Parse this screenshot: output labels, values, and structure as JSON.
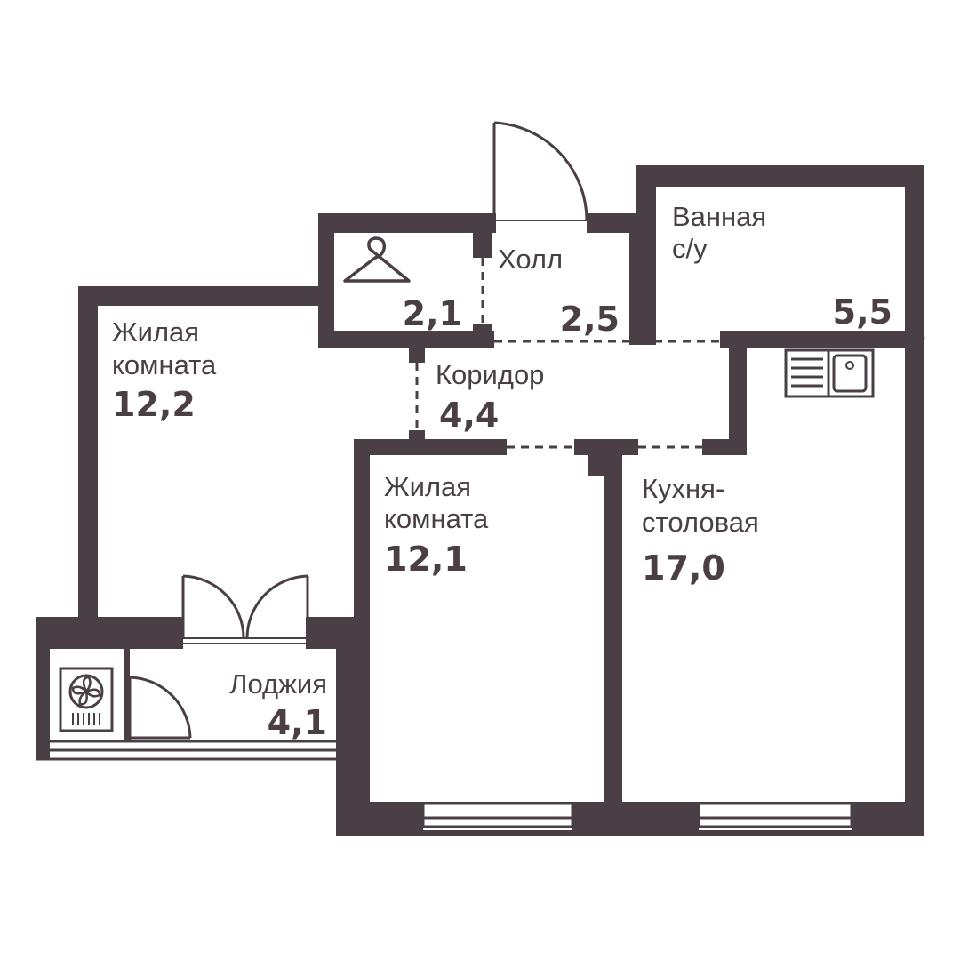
{
  "rooms": {
    "living_left": {
      "label_1": "Жилая",
      "label_2": "комната",
      "area": "12,2"
    },
    "living_mid": {
      "label_1": "Жилая",
      "label_2": "комната",
      "area": "12,1"
    },
    "kitchen": {
      "label_1": "Кухня-",
      "label_2": "столовая",
      "area": "17,0"
    },
    "bathroom": {
      "label_1": "Ванная",
      "label_2": "с/у",
      "area": "5,5"
    },
    "hall": {
      "label": "Холл",
      "area": "2,5"
    },
    "closet": {
      "area": "2,1"
    },
    "corridor": {
      "label": "Коридор",
      "area": "4,4"
    },
    "loggia": {
      "label": "Лоджия",
      "area": "4,1"
    }
  },
  "colors": {
    "wall": "#4a3f44",
    "background": "#ffffff"
  },
  "icons": [
    "hanger-icon",
    "sink-icon",
    "ac-unit-icon"
  ]
}
